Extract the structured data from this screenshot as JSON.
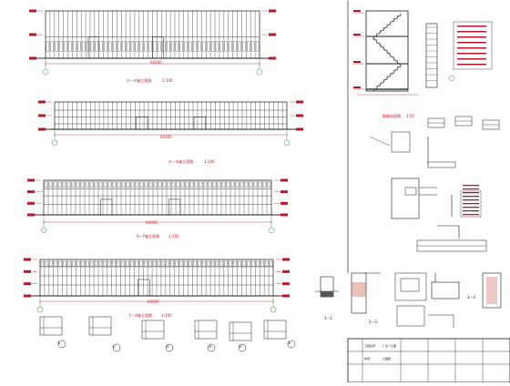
{
  "drawing": {
    "elevation_titles": [
      "①—⑤轴立面图",
      "⑤—①轴立面图",
      "A—F轴立面图",
      "F—A轴立面图"
    ],
    "scales": [
      "1:100",
      "1:100",
      "1:100",
      "1:100"
    ],
    "total_dims": [
      "60000",
      "60000",
      "60000",
      "60000"
    ],
    "stair_title": "楼梯剖面图",
    "stair_scale": "1:50",
    "section_marks": [
      "1—1",
      "2—2",
      "3—3"
    ],
    "detail_numbers": [
      "①",
      "②",
      "③",
      "④",
      "⑤",
      "⑥"
    ],
    "title_block": {
      "row1": "工程名称",
      "row2": "厂房一立面",
      "row3": "建施",
      "row4": "立面图"
    }
  },
  "colors": {
    "line": "#1a1a1a",
    "dim": "#b5182a",
    "axis": "#2a8a3a",
    "border": "#000000"
  }
}
